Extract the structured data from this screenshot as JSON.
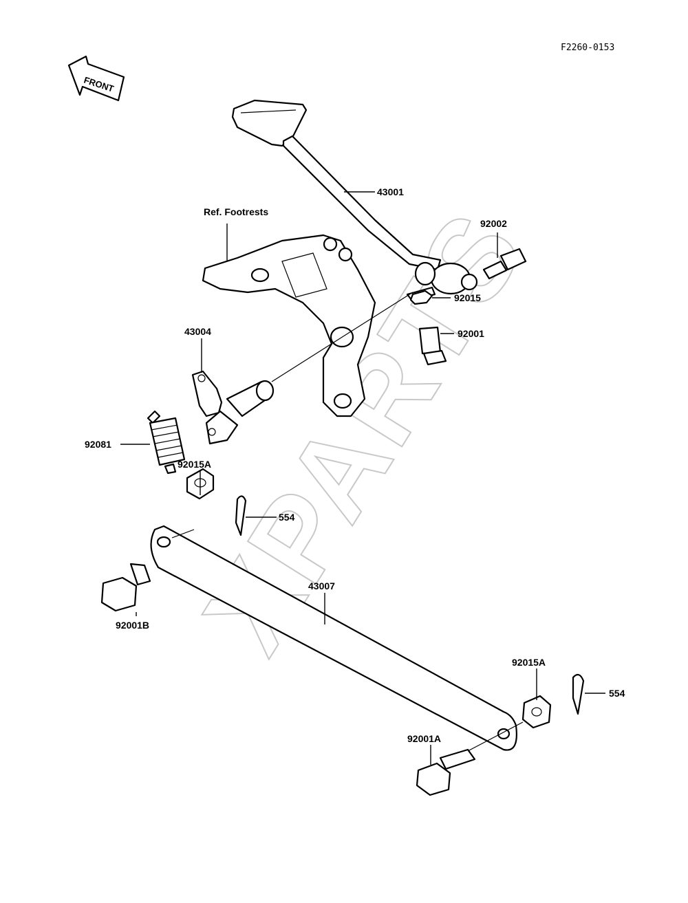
{
  "diagram": {
    "code": "F2260-0153",
    "front_label": "FRONT",
    "ref_note": "Ref.  Footrests",
    "watermark": "XPARTS",
    "labels": {
      "p43001": "43001",
      "p92002": "92002",
      "p92015": "92015",
      "p92001": "92001",
      "p43004": "43004",
      "p92081": "92081",
      "p92015A_top": "92015A",
      "p554_top": "554",
      "p43007": "43007",
      "p92001B": "92001B",
      "p92015A_bottom": "92015A",
      "p554_bottom": "554",
      "p92001A": "92001A"
    }
  }
}
